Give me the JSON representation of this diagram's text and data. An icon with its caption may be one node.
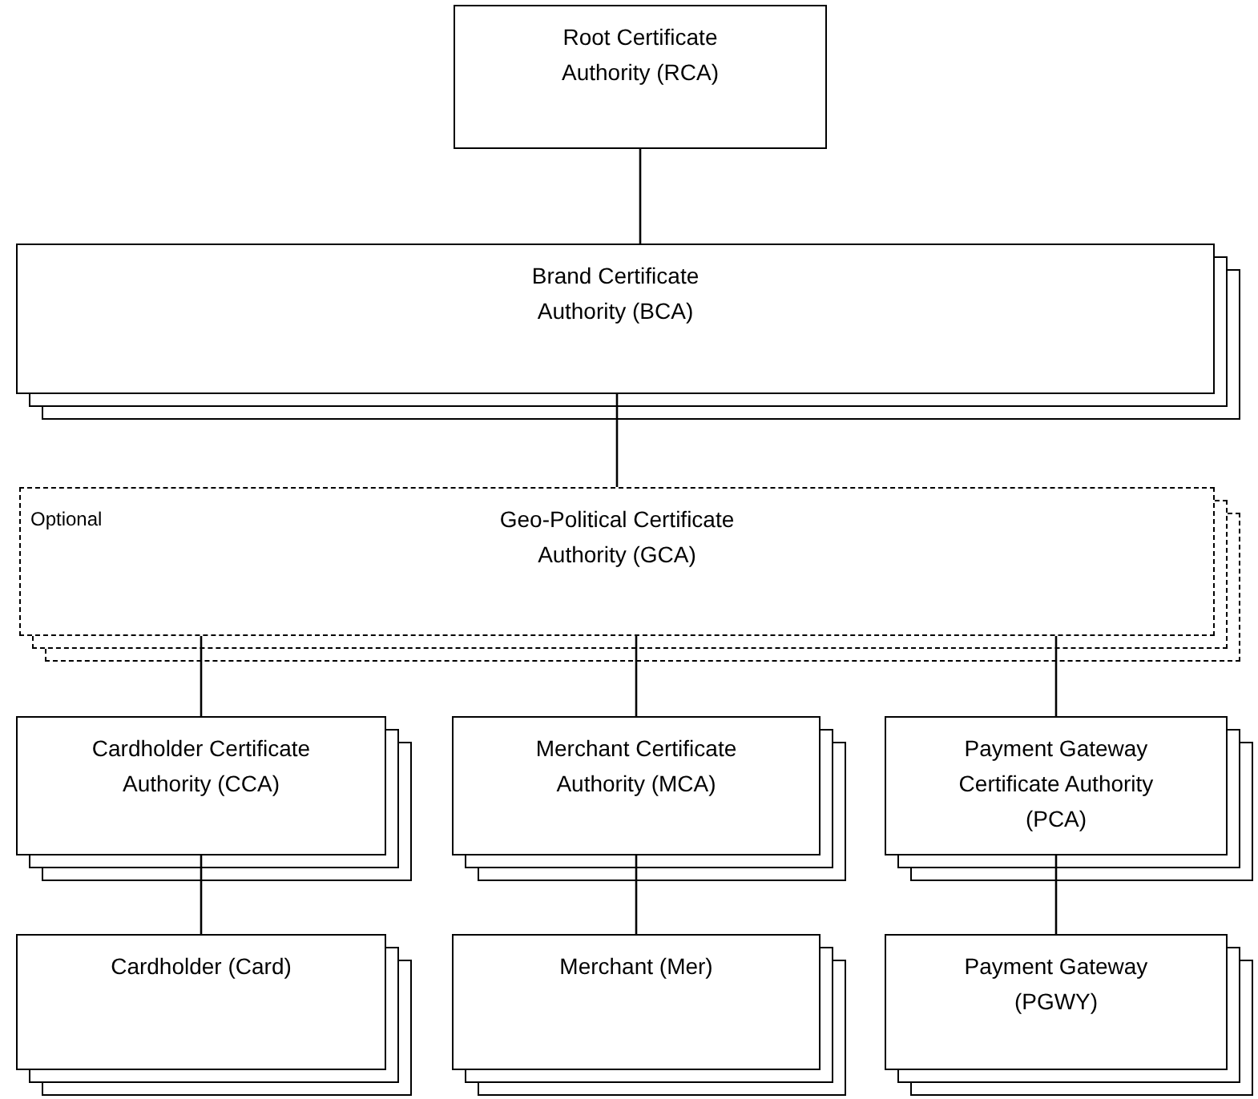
{
  "diagram": {
    "nodes": [
      {
        "text": [
          "Root Certificate Authority (RCA)"
        ]
      },
      {
        "text": [
          "Brand Certificate Authority (BCA)"
        ]
      },
      {
        "text": [
          "Optional",
          "Geo-Political Certificate Authority (GCA)"
        ]
      },
      {
        "text": [
          "Cardholder Certificate Authority (CCA)"
        ]
      },
      {
        "text": [
          "Merchant Certificate Authority (MCA)"
        ]
      },
      {
        "text": [
          "Payment Gateway Certificate Authority (PCA)"
        ]
      },
      {
        "text": [
          "Cardholder (Card)"
        ]
      },
      {
        "text": [
          "Merchant (Mer)"
        ]
      },
      {
        "text": [
          "Payment Gateway (PGWY)"
        ]
      }
    ],
    "edges": [
      {
        "from": 0,
        "to": 1,
        "arrow": "none"
      },
      {
        "from": 1,
        "to": 2,
        "arrow": "none"
      },
      {
        "from": 2,
        "to": 3,
        "arrow": "none"
      },
      {
        "from": 2,
        "to": 4,
        "arrow": "none"
      },
      {
        "from": 2,
        "to": 5,
        "arrow": "none"
      },
      {
        "from": 3,
        "to": 6,
        "arrow": "none"
      },
      {
        "from": 4,
        "to": 7,
        "arrow": "none"
      },
      {
        "from": 5,
        "to": 8,
        "arrow": "none"
      }
    ]
  }
}
